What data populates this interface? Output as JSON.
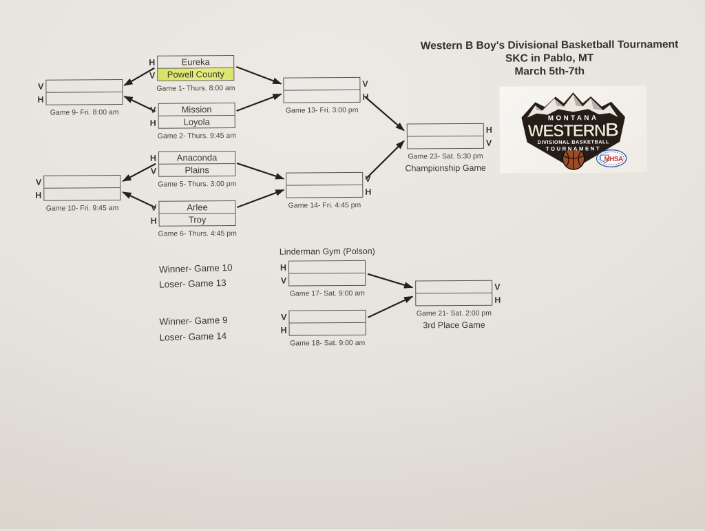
{
  "header": {
    "title_line1": "Western B Boy's Divisional Basketball Tournament",
    "title_line2": "SKC in Pablo, MT",
    "title_line3": "March 5th-7th"
  },
  "venue": {
    "label": "Linderman Gym (Polson)"
  },
  "notes": {
    "winner_game10": "Winner- Game 10",
    "loser_game13": "Loser- Game 13",
    "winner_game9": "Winner- Game 9",
    "loser_game14": "Loser- Game 14"
  },
  "games": {
    "g1": {
      "a": {
        "side": "H",
        "team": "Eureka"
      },
      "b": {
        "side": "V",
        "team": "Powell County"
      },
      "caption": "Game 1- Thurs. 8:00 am"
    },
    "g2": {
      "a": {
        "side": "V",
        "team": "Mission"
      },
      "b": {
        "side": "H",
        "team": "Loyola"
      },
      "caption": "Game 2- Thurs. 9:45 am"
    },
    "g5": {
      "a": {
        "side": "H",
        "team": "Anaconda"
      },
      "b": {
        "side": "V",
        "team": "Plains"
      },
      "caption": "Game 5- Thurs. 3:00 pm"
    },
    "g6": {
      "a": {
        "side": "V",
        "team": "Arlee"
      },
      "b": {
        "side": "H",
        "team": "Troy"
      },
      "caption": "Game 6- Thurs. 4:45 pm"
    },
    "g9": {
      "a": {
        "side": "V",
        "team": ""
      },
      "b": {
        "side": "H",
        "team": ""
      },
      "caption": "Game 9- Fri. 8:00 am"
    },
    "g10": {
      "a": {
        "side": "V",
        "team": ""
      },
      "b": {
        "side": "H",
        "team": ""
      },
      "caption": "Game 10- Fri. 9:45 am"
    },
    "g13": {
      "a": {
        "side": "V",
        "team": ""
      },
      "b": {
        "side": "H",
        "team": ""
      },
      "caption": "Game 13- Fri. 3:00 pm"
    },
    "g14": {
      "a": {
        "side": "V",
        "team": ""
      },
      "b": {
        "side": "H",
        "team": ""
      },
      "caption": "Game 14- Fri. 4:45 pm"
    },
    "g17": {
      "a": {
        "side": "H",
        "team": ""
      },
      "b": {
        "side": "V",
        "team": ""
      },
      "caption": "Game 17- Sat. 9:00 am"
    },
    "g18": {
      "a": {
        "side": "V",
        "team": ""
      },
      "b": {
        "side": "H",
        "team": ""
      },
      "caption": "Game 18- Sat. 9:00 am"
    },
    "g21": {
      "a": {
        "side": "V",
        "team": ""
      },
      "b": {
        "side": "H",
        "team": ""
      },
      "caption": "Game 21- Sat. 2:00 pm",
      "sub": "3rd Place Game"
    },
    "g23": {
      "a": {
        "side": "H",
        "team": ""
      },
      "b": {
        "side": "V",
        "team": ""
      },
      "caption": "Game 23- Sat. 5:30 pm",
      "sub": "Championship Game"
    }
  },
  "logo": {
    "montana": "MONTANA",
    "western": "WESTERN",
    "b": "B",
    "division": "DIVISIONAL BASKETBALL",
    "tournament": "TOURNAMENT",
    "mhsa": "MHSA"
  },
  "colors": {
    "highlight": "#dde76e",
    "paper": "#e7e4df",
    "ink": "#3a362f",
    "logo_ball": "#9e4b27",
    "mhsa_red": "#c8332b",
    "mhsa_blue": "#2b4ea2"
  }
}
